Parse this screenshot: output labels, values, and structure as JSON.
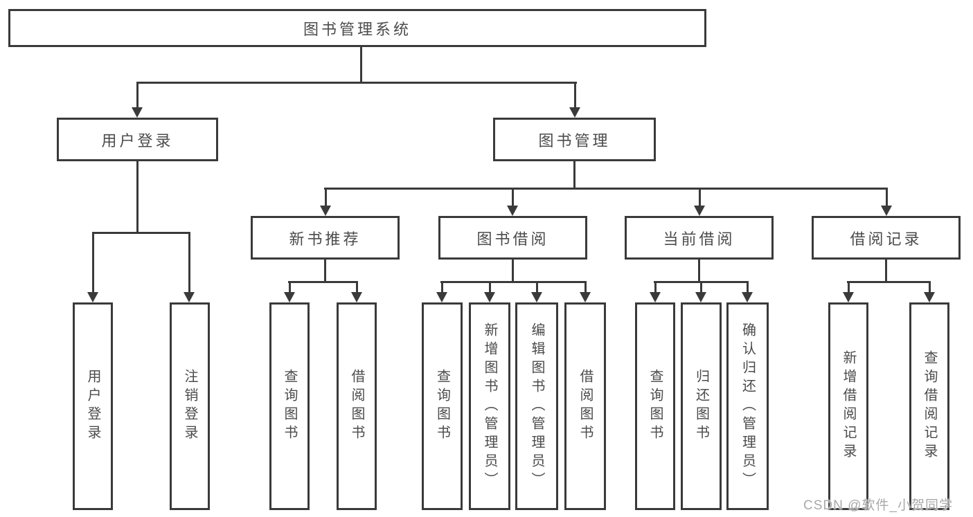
{
  "diagram": {
    "root": {
      "label": "图书管理系统"
    },
    "level2": [
      {
        "label": "用户登录"
      },
      {
        "label": "图书管理"
      }
    ],
    "level3": [
      {
        "label": "新书推荐"
      },
      {
        "label": "图书借阅"
      },
      {
        "label": "当前借阅"
      },
      {
        "label": "借阅记录"
      }
    ],
    "leaves": {
      "user_login": [
        {
          "label": "用户登录"
        },
        {
          "label": "注销登录"
        }
      ],
      "new_book": [
        {
          "label": "查询图书"
        },
        {
          "label": "借阅图书"
        }
      ],
      "book_borrow": [
        {
          "label": "查询图书"
        },
        {
          "label": "新增图书（管理员）"
        },
        {
          "label": "编辑图书（管理员）"
        },
        {
          "label": "借阅图书"
        }
      ],
      "current_borrow": [
        {
          "label": "查询图书"
        },
        {
          "label": "归还图书"
        },
        {
          "label": "确认归还（管理员）"
        }
      ],
      "borrow_records": [
        {
          "label": "新增借阅记录"
        },
        {
          "label": "查询借阅记录"
        }
      ]
    }
  },
  "watermark": {
    "text": "CSDN @软件_小贺同学"
  },
  "colors": {
    "line": "#3a3a3a",
    "text": "#4b4b4b",
    "watermark": "#a9a9a9",
    "background": "#ffffff"
  }
}
